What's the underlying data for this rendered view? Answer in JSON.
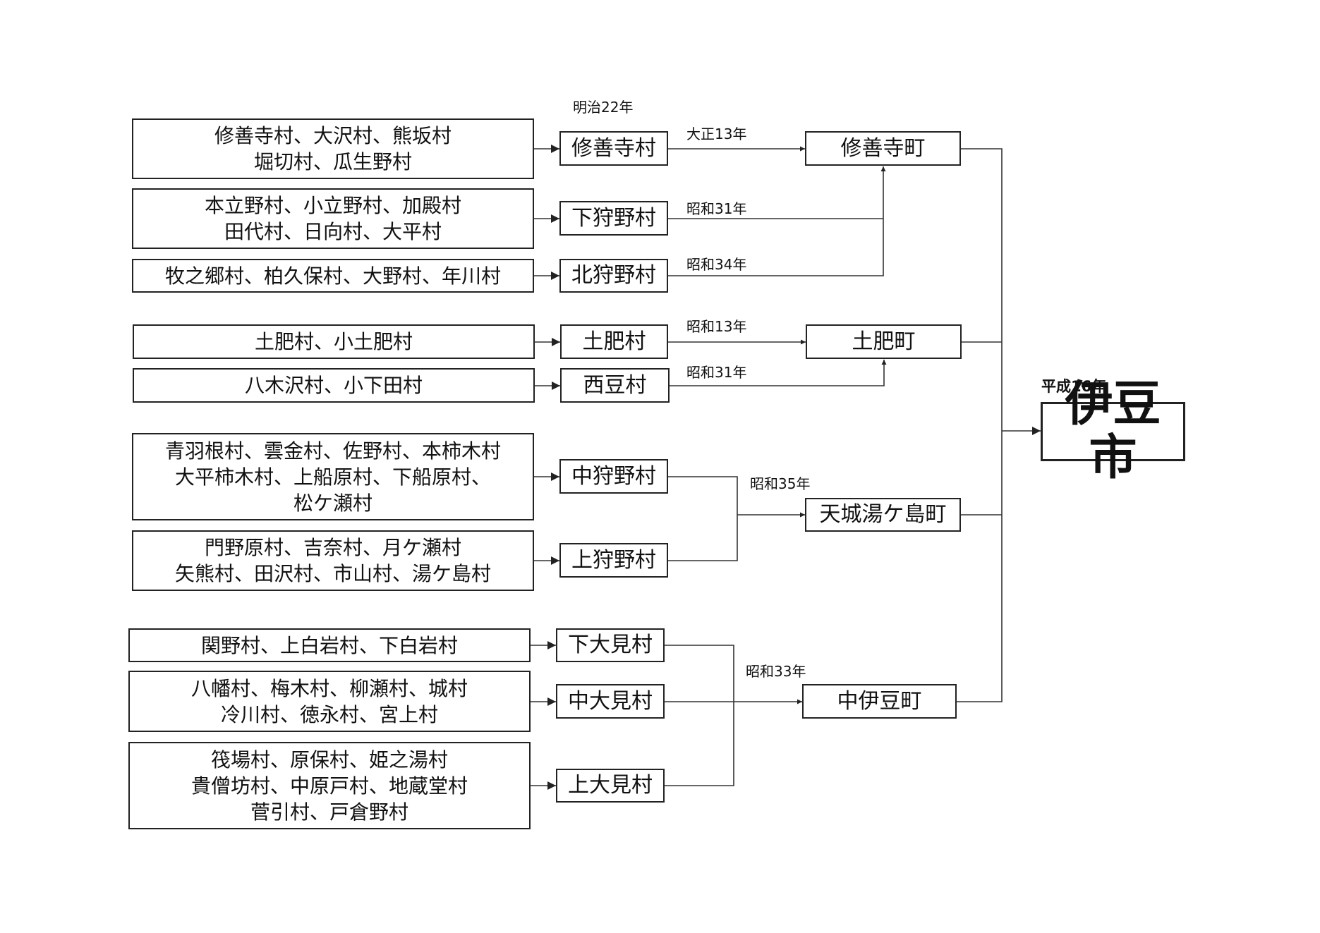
{
  "diagram": {
    "sources": {
      "shuzenji": "修善寺村、大沢村、熊坂村\n堀切村、瓜生野村",
      "shimokano": "本立野村、小立野村、加殿村\n田代村、日向村、大平村",
      "kitakano": "牧之郷村、柏久保村、大野村、年川村",
      "toi": "土肥村、小土肥村",
      "nishizu": "八木沢村、小下田村",
      "nakakano": "青羽根村、雲金村、佐野村、本柿木村\n大平柿木村、上船原村、下船原村、\n松ケ瀬村",
      "kamikano": "門野原村、吉奈村、月ケ瀬村\n矢熊村、田沢村、市山村、湯ケ島村",
      "shimooomi": "関野村、上白岩村、下白岩村",
      "nakaoomi": "八幡村、梅木村、柳瀬村、城村\n冷川村、徳永村、宮上村",
      "kamioomi": "筏場村、原保村、姫之湯村\n貴僧坊村、中原戸村、地蔵堂村\n菅引村、戸倉野村"
    },
    "villages": {
      "shuzenji": "修善寺村",
      "shimokano": "下狩野村",
      "kitakano": "北狩野村",
      "toi": "土肥村",
      "nishizu": "西豆村",
      "nakakano": "中狩野村",
      "kamikano": "上狩野村",
      "shimooomi": "下大見村",
      "nakaoomi": "中大見村",
      "kamioomi": "上大見村"
    },
    "towns": {
      "shuzenji": "修善寺町",
      "toi": "土肥町",
      "amagi": "天城湯ケ島町",
      "nakaizu": "中伊豆町"
    },
    "city": "伊豆市",
    "labels": {
      "meiji22": "明治22年",
      "taisho13": "大正13年",
      "showa31a": "昭和31年",
      "showa34": "昭和34年",
      "showa13": "昭和13年",
      "showa31b": "昭和31年",
      "showa35": "昭和35年",
      "showa33": "昭和33年",
      "heisei16": "平成16年"
    }
  }
}
